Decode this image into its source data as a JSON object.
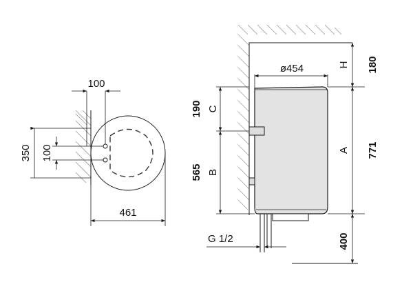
{
  "top_view": {
    "spacing_top": "100",
    "mount_height": "350",
    "spacing_side": "100",
    "overall_depth": "461"
  },
  "side_view": {
    "diameter": "ø454",
    "gap_label": "H",
    "gap_value": "180",
    "upper_label": "C",
    "upper_value": "190",
    "middle_label": "B",
    "middle_value": "565",
    "body_label": "A",
    "body_value": "771",
    "thread": "G 1/2",
    "floor_gap": "400"
  }
}
